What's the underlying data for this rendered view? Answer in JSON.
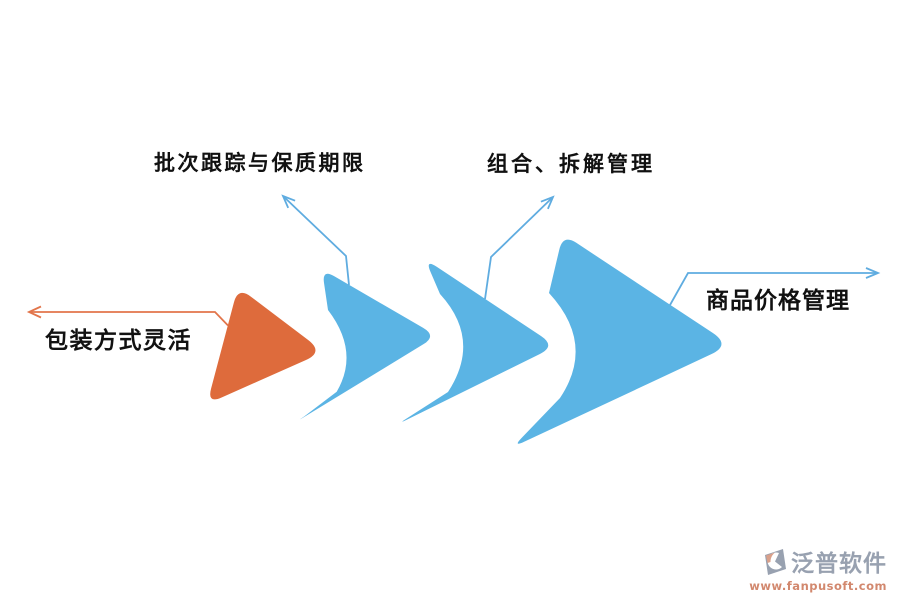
{
  "diagram": {
    "labels": {
      "batch": "批次跟踪与保质期限",
      "combine": "组合、拆解管理",
      "package": "包装方式灵活",
      "price": "商品价格管理"
    },
    "colors": {
      "orange": "#DE6B3C",
      "blue": "#5BB4E4",
      "orange_line": "#E2754B",
      "blue_line": "#5FACE0",
      "text": "#111111"
    }
  },
  "watermark": {
    "brand": "泛普软件",
    "url": "www.fanpusoft.com",
    "brand_color": "#98A1B0",
    "accent_color": "#D9A08A"
  }
}
